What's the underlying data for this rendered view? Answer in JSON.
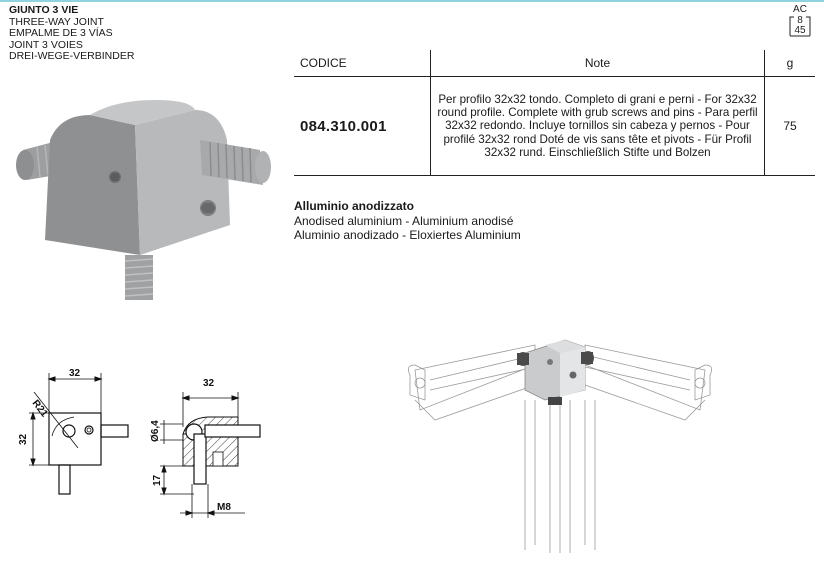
{
  "header": {
    "title_it": "GIUNTO 3 VIE",
    "title_en": "THREE-WAY JOINT",
    "title_es": "EMPALME DE 3 VÍAS",
    "title_fr": "JOINT 3 VOIES",
    "title_de": "DREI-WEGE-VERBINDER"
  },
  "badge": {
    "label": "AC",
    "value1": "8",
    "value2": "45"
  },
  "table": {
    "headers": {
      "code": "CODICE",
      "note": "Note",
      "weight": "g"
    },
    "rows": [
      {
        "code": "084.310.001",
        "note": "Per profilo 32x32 tondo. Completo di grani e perni - For 32x32 round profile. Complete with grub screws and pins - Para perfil 32x32 redondo. Incluye tornillos sin cabeza y pernos - Pour profilé 32x32 rond Doté de vis sans tête et pivots - Für Profil 32x32 rund. Einschließlich Stifte und Bolzen",
        "weight": "75"
      }
    ]
  },
  "material": {
    "title": "Alluminio anodizzato",
    "line1": "Anodised aluminium - Aluminium anodisé",
    "line2": "Aluminio anodizado - Eloxiertes Aluminium"
  },
  "drawing_front": {
    "width": "32",
    "height": "32",
    "radius": "R21"
  },
  "drawing_section": {
    "width": "32",
    "hole": "Ø6,4",
    "pin_length": "17",
    "thread": "M8"
  },
  "colors": {
    "top_rule": "#8fd3de",
    "part_gray": "#a9abad"
  }
}
